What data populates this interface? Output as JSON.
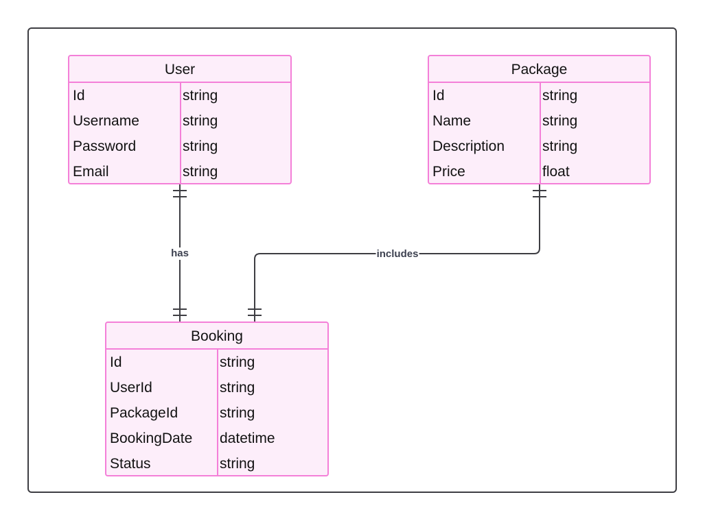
{
  "entities": {
    "user": {
      "name": "User",
      "attributes": [
        {
          "name": "Id",
          "type": "string"
        },
        {
          "name": "Username",
          "type": "string"
        },
        {
          "name": "Password",
          "type": "string"
        },
        {
          "name": "Email",
          "type": "string"
        }
      ]
    },
    "package": {
      "name": "Package",
      "attributes": [
        {
          "name": "Id",
          "type": "string"
        },
        {
          "name": "Name",
          "type": "string"
        },
        {
          "name": "Description",
          "type": "string"
        },
        {
          "name": "Price",
          "type": "float"
        }
      ]
    },
    "booking": {
      "name": "Booking",
      "attributes": [
        {
          "name": "Id",
          "type": "string"
        },
        {
          "name": "UserId",
          "type": "string"
        },
        {
          "name": "PackageId",
          "type": "string"
        },
        {
          "name": "BookingDate",
          "type": "datetime"
        },
        {
          "name": "Status",
          "type": "string"
        }
      ]
    }
  },
  "relationships": {
    "user_booking": {
      "label": "has",
      "from": "User",
      "to": "Booking",
      "cardinality": "one-to-one"
    },
    "package_booking": {
      "label": "includes",
      "from": "Package",
      "to": "Booking",
      "cardinality": "one-to-one"
    }
  },
  "colors": {
    "entity_fill": "#fdeefa",
    "entity_border": "#f47fd8",
    "line": "#3d3d42",
    "label_text": "#3d4150"
  }
}
